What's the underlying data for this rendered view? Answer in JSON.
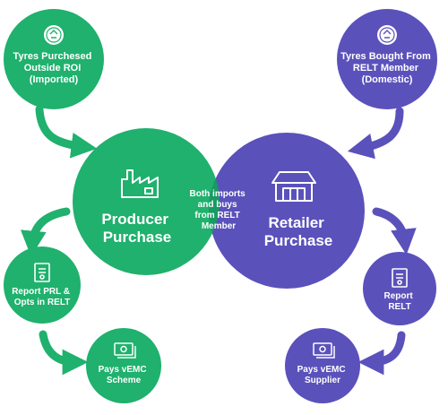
{
  "colors": {
    "green": "#1fb16d",
    "purple": "#5b51bb",
    "overlap": "#189a63",
    "arrow_green": "#1fb16d",
    "arrow_purple": "#5b51bb",
    "white": "#ffffff"
  },
  "nodes": {
    "tyres_imported": {
      "lines": [
        "Tyres Purchesed",
        "Outside ROI",
        "(Imported)"
      ],
      "icon": "seal-icon"
    },
    "tyres_domestic": {
      "lines": [
        "Tyres Bought From",
        "RELT Member",
        "(Domestic)"
      ],
      "icon": "seal-icon"
    },
    "producer": {
      "lines": [
        "Producer",
        "Purchase"
      ],
      "icon": "factory-icon"
    },
    "retailer": {
      "lines": [
        "Retailer",
        "Purchase"
      ],
      "icon": "store-icon"
    },
    "overlap": {
      "lines": [
        "Both imports",
        "and buys",
        "from RELT",
        "Member"
      ]
    },
    "report_prl": {
      "lines": [
        "Report PRL &",
        "Opts in RELT"
      ],
      "icon": "document-icon"
    },
    "pays_scheme": {
      "lines": [
        "Pays vEMC",
        "Scheme"
      ],
      "icon": "money-icon"
    },
    "report_relt": {
      "lines": [
        "Report",
        "RELT"
      ],
      "icon": "document-icon"
    },
    "pays_supplier": {
      "lines": [
        "Pays vEMC",
        "Supplier"
      ],
      "icon": "money-icon"
    }
  }
}
